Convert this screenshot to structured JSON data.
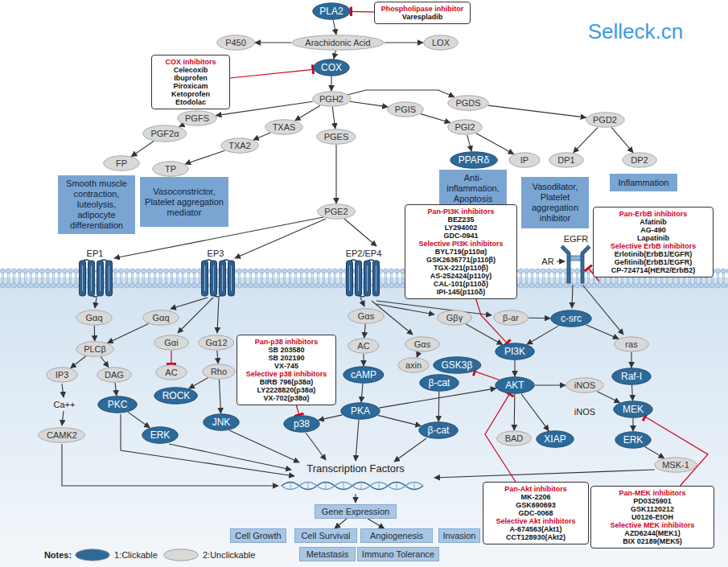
{
  "diagram": {
    "nodes": [
      {
        "text": [
          "PLA2"
        ]
      },
      {
        "text": [
          "Phospholipase inhibitor",
          "Varespladib"
        ]
      },
      {
        "text": [
          "P450"
        ]
      },
      {
        "text": [
          "Arachidonic Acid"
        ]
      },
      {
        "text": [
          "LOX"
        ]
      },
      {
        "text": [
          "COX"
        ]
      },
      {
        "text": [
          "COX inhibitors",
          "Celecoxib",
          "Ibuprofen",
          "Piroxicam",
          "Ketoprofen",
          "Etodolac"
        ]
      },
      {
        "text": [
          "PGH2"
        ]
      },
      {
        "text": [
          "PGFS"
        ]
      },
      {
        "text": [
          "TXAS"
        ]
      },
      {
        "text": [
          "PGES"
        ]
      },
      {
        "text": [
          "PGIS"
        ]
      },
      {
        "text": [
          "PGDS"
        ]
      },
      {
        "text": [
          "PGF2α"
        ]
      },
      {
        "text": [
          "TXA2"
        ]
      },
      {
        "text": [
          "PGI2"
        ]
      },
      {
        "text": [
          "PGD2"
        ]
      },
      {
        "text": [
          "FP"
        ]
      },
      {
        "text": [
          "TP"
        ]
      },
      {
        "text": [
          "PPARδ"
        ]
      },
      {
        "text": [
          "IP"
        ]
      },
      {
        "text": [
          "DP1"
        ]
      },
      {
        "text": [
          "DP2"
        ]
      },
      {
        "text": [
          "Smooth muscle contraction, luteolysis, adipocyte differentiation"
        ]
      },
      {
        "text": [
          "Vasoconstrictor, Platelet aggregation mediator"
        ]
      },
      {
        "text": [
          "Anti-inflammation, Apoptosis"
        ]
      },
      {
        "text": [
          "Vasodilator, Platelet aggregation inhibitor"
        ]
      },
      {
        "text": [
          "Inflammation"
        ]
      },
      {
        "text": [
          "PGE2"
        ]
      },
      {
        "text": [
          "Pan-PI3K inhibitors",
          "BEZ235",
          "LY294002",
          "GDC-0941",
          "Selective PI3K inhibitors",
          "BYL719(p110α)",
          "GSK2636771(p110β)",
          "TGX-221(p110β)",
          "AS-252424(p110γ)",
          "CAL-101(p110δ)",
          "IPI-145(p110δ)"
        ]
      },
      {
        "text": [
          "Pan-ErbB inhibitors",
          "Afatinib",
          "AG-490",
          "Lapatinib",
          "Selective ErbB inhibitors",
          "Erlotinib(ErbB1/EGFR)",
          "Gefitinib(ErbB1/EGFR)",
          "CP-724714(HER2/ErbB2)"
        ]
      },
      {
        "text": [
          "c-src"
        ]
      },
      {
        "text": [
          "Gαq"
        ]
      },
      {
        "text": [
          "Gαq"
        ]
      },
      {
        "text": [
          "Gαi"
        ]
      },
      {
        "text": [
          "Gα12"
        ]
      },
      {
        "text": [
          "PLCβ"
        ]
      },
      {
        "text": [
          "AC"
        ]
      },
      {
        "text": [
          "Rho"
        ]
      },
      {
        "text": [
          "Pan-p38 inhibitors",
          "SB 203580",
          "SB 202190",
          "VX-745",
          "Selective p38 inhibitors",
          "BIRB 796(p38α)",
          "LY2228820(p38α)",
          "VX-702(p38α)"
        ]
      },
      {
        "text": [
          "IP3"
        ]
      },
      {
        "text": [
          "DAG"
        ]
      },
      {
        "text": [
          "ROCK"
        ]
      },
      {
        "text": [
          "JNK"
        ]
      },
      {
        "text": [
          "PKC"
        ]
      },
      {
        "text": [
          "ERK"
        ]
      },
      {
        "text": [
          "CAMK2"
        ]
      },
      {
        "text": [
          "Gαs"
        ]
      },
      {
        "text": [
          "AC"
        ]
      },
      {
        "text": [
          "cAMP"
        ]
      },
      {
        "text": [
          "PKA"
        ]
      },
      {
        "text": [
          "p38"
        ]
      },
      {
        "text": [
          "Gαs"
        ]
      },
      {
        "text": [
          "axin"
        ]
      },
      {
        "text": [
          "GSK3β"
        ]
      },
      {
        "text": [
          "β-cat"
        ]
      },
      {
        "text": [
          "β-cat"
        ]
      },
      {
        "text": [
          "Gβγ"
        ]
      },
      {
        "text": [
          "β-ar"
        ]
      },
      {
        "text": [
          "PI3K"
        ]
      },
      {
        "text": [
          "AKT"
        ]
      },
      {
        "text": [
          "iNOS"
        ]
      },
      {
        "text": [
          "BAD"
        ]
      },
      {
        "text": [
          "XIAP"
        ]
      },
      {
        "text": [
          "ras"
        ]
      },
      {
        "text": [
          "Raf-I"
        ]
      },
      {
        "text": [
          "MEK"
        ]
      },
      {
        "text": [
          "ERK"
        ]
      },
      {
        "text": [
          "MSK-1"
        ]
      },
      {
        "text": [
          "Pan-Akt inhibitors",
          "MK-2206",
          "GSK690693",
          "GDC-0068",
          "Selective Akt inhibitors",
          "A-674563(Akt1)",
          "CCT128930(Akt2)"
        ]
      },
      {
        "text": [
          "Pan-MEK inhibitors",
          "PD0325901",
          "GSK1120212",
          "U0126-EtOH",
          "Selective MEK inhibitors",
          "AZD6244(MEK1)",
          "BIX 02189(MEK5)"
        ]
      },
      {
        "text": [
          "Gene Expression"
        ]
      },
      {
        "text": [
          "Cell Growth"
        ]
      },
      {
        "text": [
          "Cell Survival"
        ]
      },
      {
        "text": [
          "Angiogenesis"
        ]
      },
      {
        "text": [
          "Invasion"
        ]
      },
      {
        "text": [
          "Metastasis"
        ]
      },
      {
        "text": [
          "Immuno Tolerance"
        ]
      }
    ],
    "edges": [
      {
        "from": 1,
        "to": 0,
        "arrow": "to"
      },
      {
        "from": 0,
        "to": 3,
        "arrow": "to"
      },
      {
        "from": 3,
        "to": 2,
        "arrow": "to"
      },
      {
        "from": 3,
        "to": 4,
        "arrow": "to"
      },
      {
        "from": 3,
        "to": 5,
        "arrow": "to"
      },
      {
        "from": 6,
        "to": 5,
        "arrow": "to"
      },
      {
        "from": 5,
        "to": 7,
        "arrow": "to"
      },
      {
        "from": 7,
        "to": 8,
        "arrow": "to"
      },
      {
        "from": 7,
        "to": 9,
        "arrow": "to"
      },
      {
        "from": 7,
        "to": 10,
        "arrow": "to"
      },
      {
        "from": 7,
        "to": 11,
        "arrow": "to"
      },
      {
        "from": 7,
        "to": 12,
        "arrow": "to"
      },
      {
        "from": 8,
        "to": 13,
        "arrow": "to"
      },
      {
        "from": 9,
        "to": 14,
        "arrow": "to"
      },
      {
        "from": 11,
        "to": 15,
        "arrow": "to"
      },
      {
        "from": 12,
        "to": 16,
        "arrow": "to"
      },
      {
        "from": 13,
        "to": 17,
        "arrow": "to"
      },
      {
        "from": 14,
        "to": 18,
        "arrow": "to"
      },
      {
        "from": 15,
        "to": 19,
        "arrow": "to"
      },
      {
        "from": 15,
        "to": 20,
        "arrow": "to"
      },
      {
        "from": 16,
        "to": 21,
        "arrow": "to"
      },
      {
        "from": 16,
        "to": 22,
        "arrow": "to"
      },
      {
        "from": 10,
        "to": 28,
        "arrow": "to"
      },
      {
        "from": 32,
        "to": 36,
        "arrow": "to"
      },
      {
        "from": 33,
        "to": 36,
        "arrow": "to"
      },
      {
        "from": 34,
        "to": 37,
        "arrow": "to"
      },
      {
        "from": 35,
        "to": 38,
        "arrow": "to"
      },
      {
        "from": 36,
        "to": 40,
        "arrow": "to"
      },
      {
        "from": 36,
        "to": 41,
        "arrow": "to"
      },
      {
        "from": 41,
        "to": 44,
        "arrow": "to"
      },
      {
        "from": 38,
        "to": 42,
        "arrow": "to"
      },
      {
        "from": 38,
        "to": 43,
        "arrow": "to"
      },
      {
        "from": 44,
        "to": 45,
        "arrow": "to"
      },
      {
        "from": 47,
        "to": 48,
        "arrow": "to"
      },
      {
        "from": 48,
        "to": 49,
        "arrow": "to"
      },
      {
        "from": 49,
        "to": 50,
        "arrow": "to"
      },
      {
        "from": 50,
        "to": 51,
        "arrow": "to"
      },
      {
        "from": 50,
        "to": 56,
        "arrow": "to"
      },
      {
        "from": 50,
        "to": 60,
        "arrow": "to"
      },
      {
        "from": 39,
        "to": 51,
        "arrow": "to"
      },
      {
        "from": 52,
        "to": 53,
        "arrow": "to"
      },
      {
        "from": 55,
        "to": 56,
        "arrow": "to"
      },
      {
        "from": 60,
        "to": 54,
        "arrow": "to"
      },
      {
        "from": 57,
        "to": 59,
        "arrow": "to"
      },
      {
        "from": 58,
        "to": 31,
        "arrow": "to"
      },
      {
        "from": 31,
        "to": 59,
        "arrow": "to"
      },
      {
        "from": 31,
        "to": 64,
        "arrow": "to"
      },
      {
        "from": 29,
        "to": 59,
        "arrow": "to"
      },
      {
        "from": 59,
        "to": 60,
        "arrow": "to"
      },
      {
        "from": 60,
        "to": 62,
        "arrow": "to"
      },
      {
        "from": 60,
        "to": 63,
        "arrow": "to"
      },
      {
        "from": 60,
        "to": 61,
        "arrow": "to"
      },
      {
        "from": 61,
        "to": 66,
        "arrow": "to"
      },
      {
        "from": 64,
        "to": 65,
        "arrow": "to"
      },
      {
        "from": 65,
        "to": 66,
        "arrow": "to"
      },
      {
        "from": 66,
        "to": 67,
        "arrow": "to"
      },
      {
        "from": 67,
        "to": 68,
        "arrow": "to"
      },
      {
        "from": 70,
        "to": 66,
        "arrow": "to"
      },
      {
        "from": 69,
        "to": 60,
        "arrow": "to"
      },
      {
        "from": 71,
        "to": 73,
        "arrow": "to"
      },
      {
        "from": 71,
        "to": 74,
        "arrow": "to"
      }
    ],
    "labels": [
      "Selleck.cn",
      "EP1",
      "EP3",
      "EP2/EP4",
      "AR",
      "EGFR",
      "Ca++",
      "iNOS",
      "Transcription Factors",
      "Notes:"
    ],
    "legend": [
      {
        "text": "1:Clickable",
        "color": "#2d6a9a"
      },
      {
        "text": "2:Unclickable",
        "color": "#d9d9d9"
      }
    ]
  }
}
